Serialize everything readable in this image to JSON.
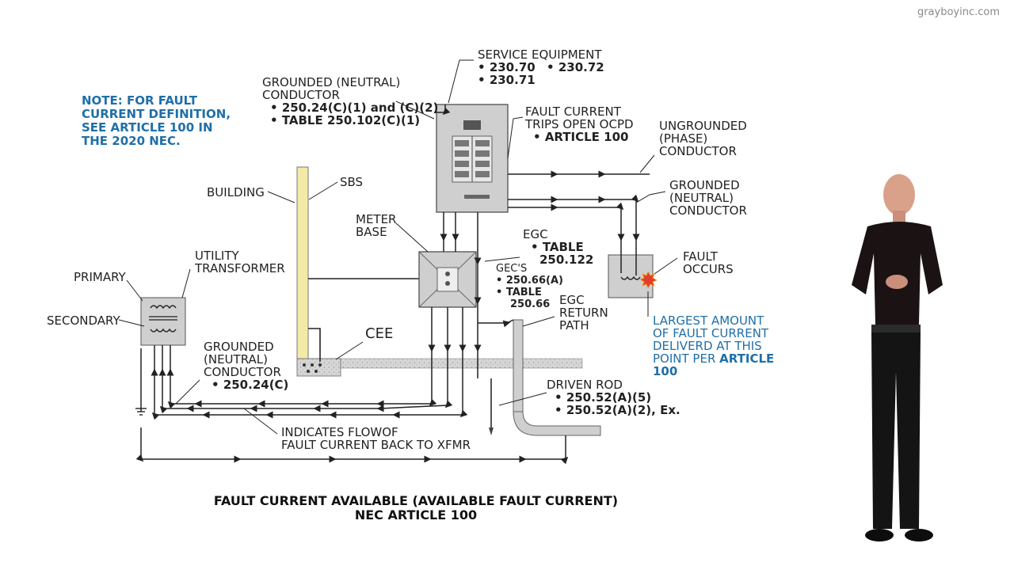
{
  "watermark": "grayboyinc.com",
  "note": {
    "prefix": "NOTE:",
    "text1": " FOR FAULT CURRENT DEFINITION, SEE ",
    "article": "ARTICLE 100",
    "text2": " IN THE 2020 NEC."
  },
  "labels": {
    "service_equipment": {
      "title": "SERVICE EQUIPMENT",
      "refs": [
        "230.70",
        "230.72",
        "230.71"
      ]
    },
    "grounded_top": {
      "line1": "GROUNDED (NEUTRAL)",
      "line2": "CONDUCTOR",
      "ref1": "250.24(C)(1) and (C)(2)",
      "ref2": "TABLE 250.102(C)(1)"
    },
    "fault_trips": {
      "line1": "FAULT CURRENT",
      "line2": "TRIPS OPEN OCPD",
      "ref": "ARTICLE 100"
    },
    "ungrounded": {
      "line1": "UNGROUNDED",
      "line2": "(PHASE)",
      "line3": "CONDUCTOR"
    },
    "grounded_right": {
      "line1": "GROUNDED",
      "line2": "(NEUTRAL)",
      "line3": "CONDUCTOR"
    },
    "building": "BUILDING",
    "sbs": "SBS",
    "meter_base": {
      "line1": "METER",
      "line2": "BASE"
    },
    "egc": {
      "title": "EGC",
      "ref1": "TABLE",
      "ref2": "250.122"
    },
    "gecs": {
      "title": "GEC'S",
      "ref1": "250.66(A)",
      "ref2": "TABLE",
      "ref3": "250.66"
    },
    "egc_return": {
      "line1": "EGC",
      "line2": "RETURN",
      "line3": "PATH"
    },
    "fault_occurs": {
      "line1": "FAULT",
      "line2": "OCCURS"
    },
    "largest": {
      "line1": "LARGEST  AMOUNT",
      "line2": "OF FAULT CURRENT",
      "line3": "DELIVERD AT THIS",
      "line4": "POINT PER ",
      "article": "ARTICLE",
      "line5": "100"
    },
    "utility_transformer": {
      "line1": "UTILITY",
      "line2": "TRANSFORMER"
    },
    "primary": "PRIMARY",
    "secondary": "SECONDARY",
    "cee": "CEE",
    "grounded_bottom": {
      "line1": "GROUNDED",
      "line2": "(NEUTRAL)",
      "line3": "CONDUCTOR",
      "ref": "250.24(C)"
    },
    "driven_rod": {
      "title": "DRIVEN ROD",
      "ref1": "250.52(A)(5)",
      "ref2": "250.52(A)(2), Ex."
    },
    "indicates": {
      "line1": "INDICATES FLOWOF",
      "line2": "FAULT CURRENT BACK TO XFMR"
    }
  },
  "caption": {
    "line1": "FAULT CURRENT AVAILABLE (AVAILABLE FAULT CURRENT)",
    "line2": "NEC ARTICLE 100"
  },
  "colors": {
    "accent_blue": "#1f6fa8",
    "panel_gray": "#cfcfcf",
    "pole_yellow": "#f3eaa8",
    "spark": "#e0402a"
  }
}
